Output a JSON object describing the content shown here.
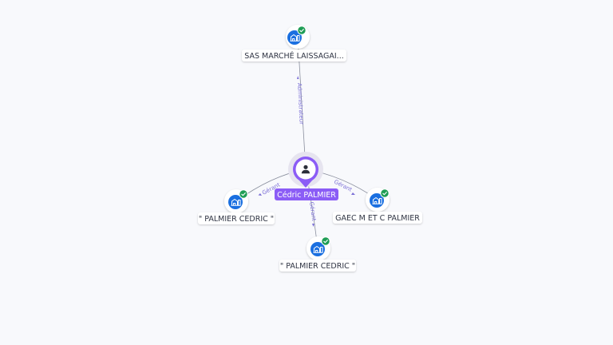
{
  "colors": {
    "background": "#f8f9fc",
    "person_accent": "#8b5cf6",
    "company_icon": "#1a6fe0",
    "check_badge": "#1f9d55",
    "edge": "#8a8f9e",
    "edge_label": "#7b6fd6"
  },
  "person": {
    "name": "Cédric PALMIER",
    "icon": "person-icon"
  },
  "companies": [
    {
      "id": "sas",
      "label": "SAS MARCHÉ LAISSAGAI...",
      "icon": "building-icon",
      "verified": true
    },
    {
      "id": "palmier-left",
      "label": "\" PALMIER CEDRIC \"",
      "icon": "building-icon",
      "verified": true
    },
    {
      "id": "gaec",
      "label": "GAEC M ET C PALMIER",
      "icon": "building-icon",
      "verified": true
    },
    {
      "id": "palmier-bottom",
      "label": "\" PALMIER CEDRIC \"",
      "icon": "building-icon",
      "verified": true
    }
  ],
  "relations": [
    {
      "to": "sas",
      "label": "Administrateur"
    },
    {
      "to": "palmier-left",
      "label": "Gérant"
    },
    {
      "to": "gaec",
      "label": "Gérant"
    },
    {
      "to": "palmier-bottom",
      "label": "Gérant"
    }
  ]
}
